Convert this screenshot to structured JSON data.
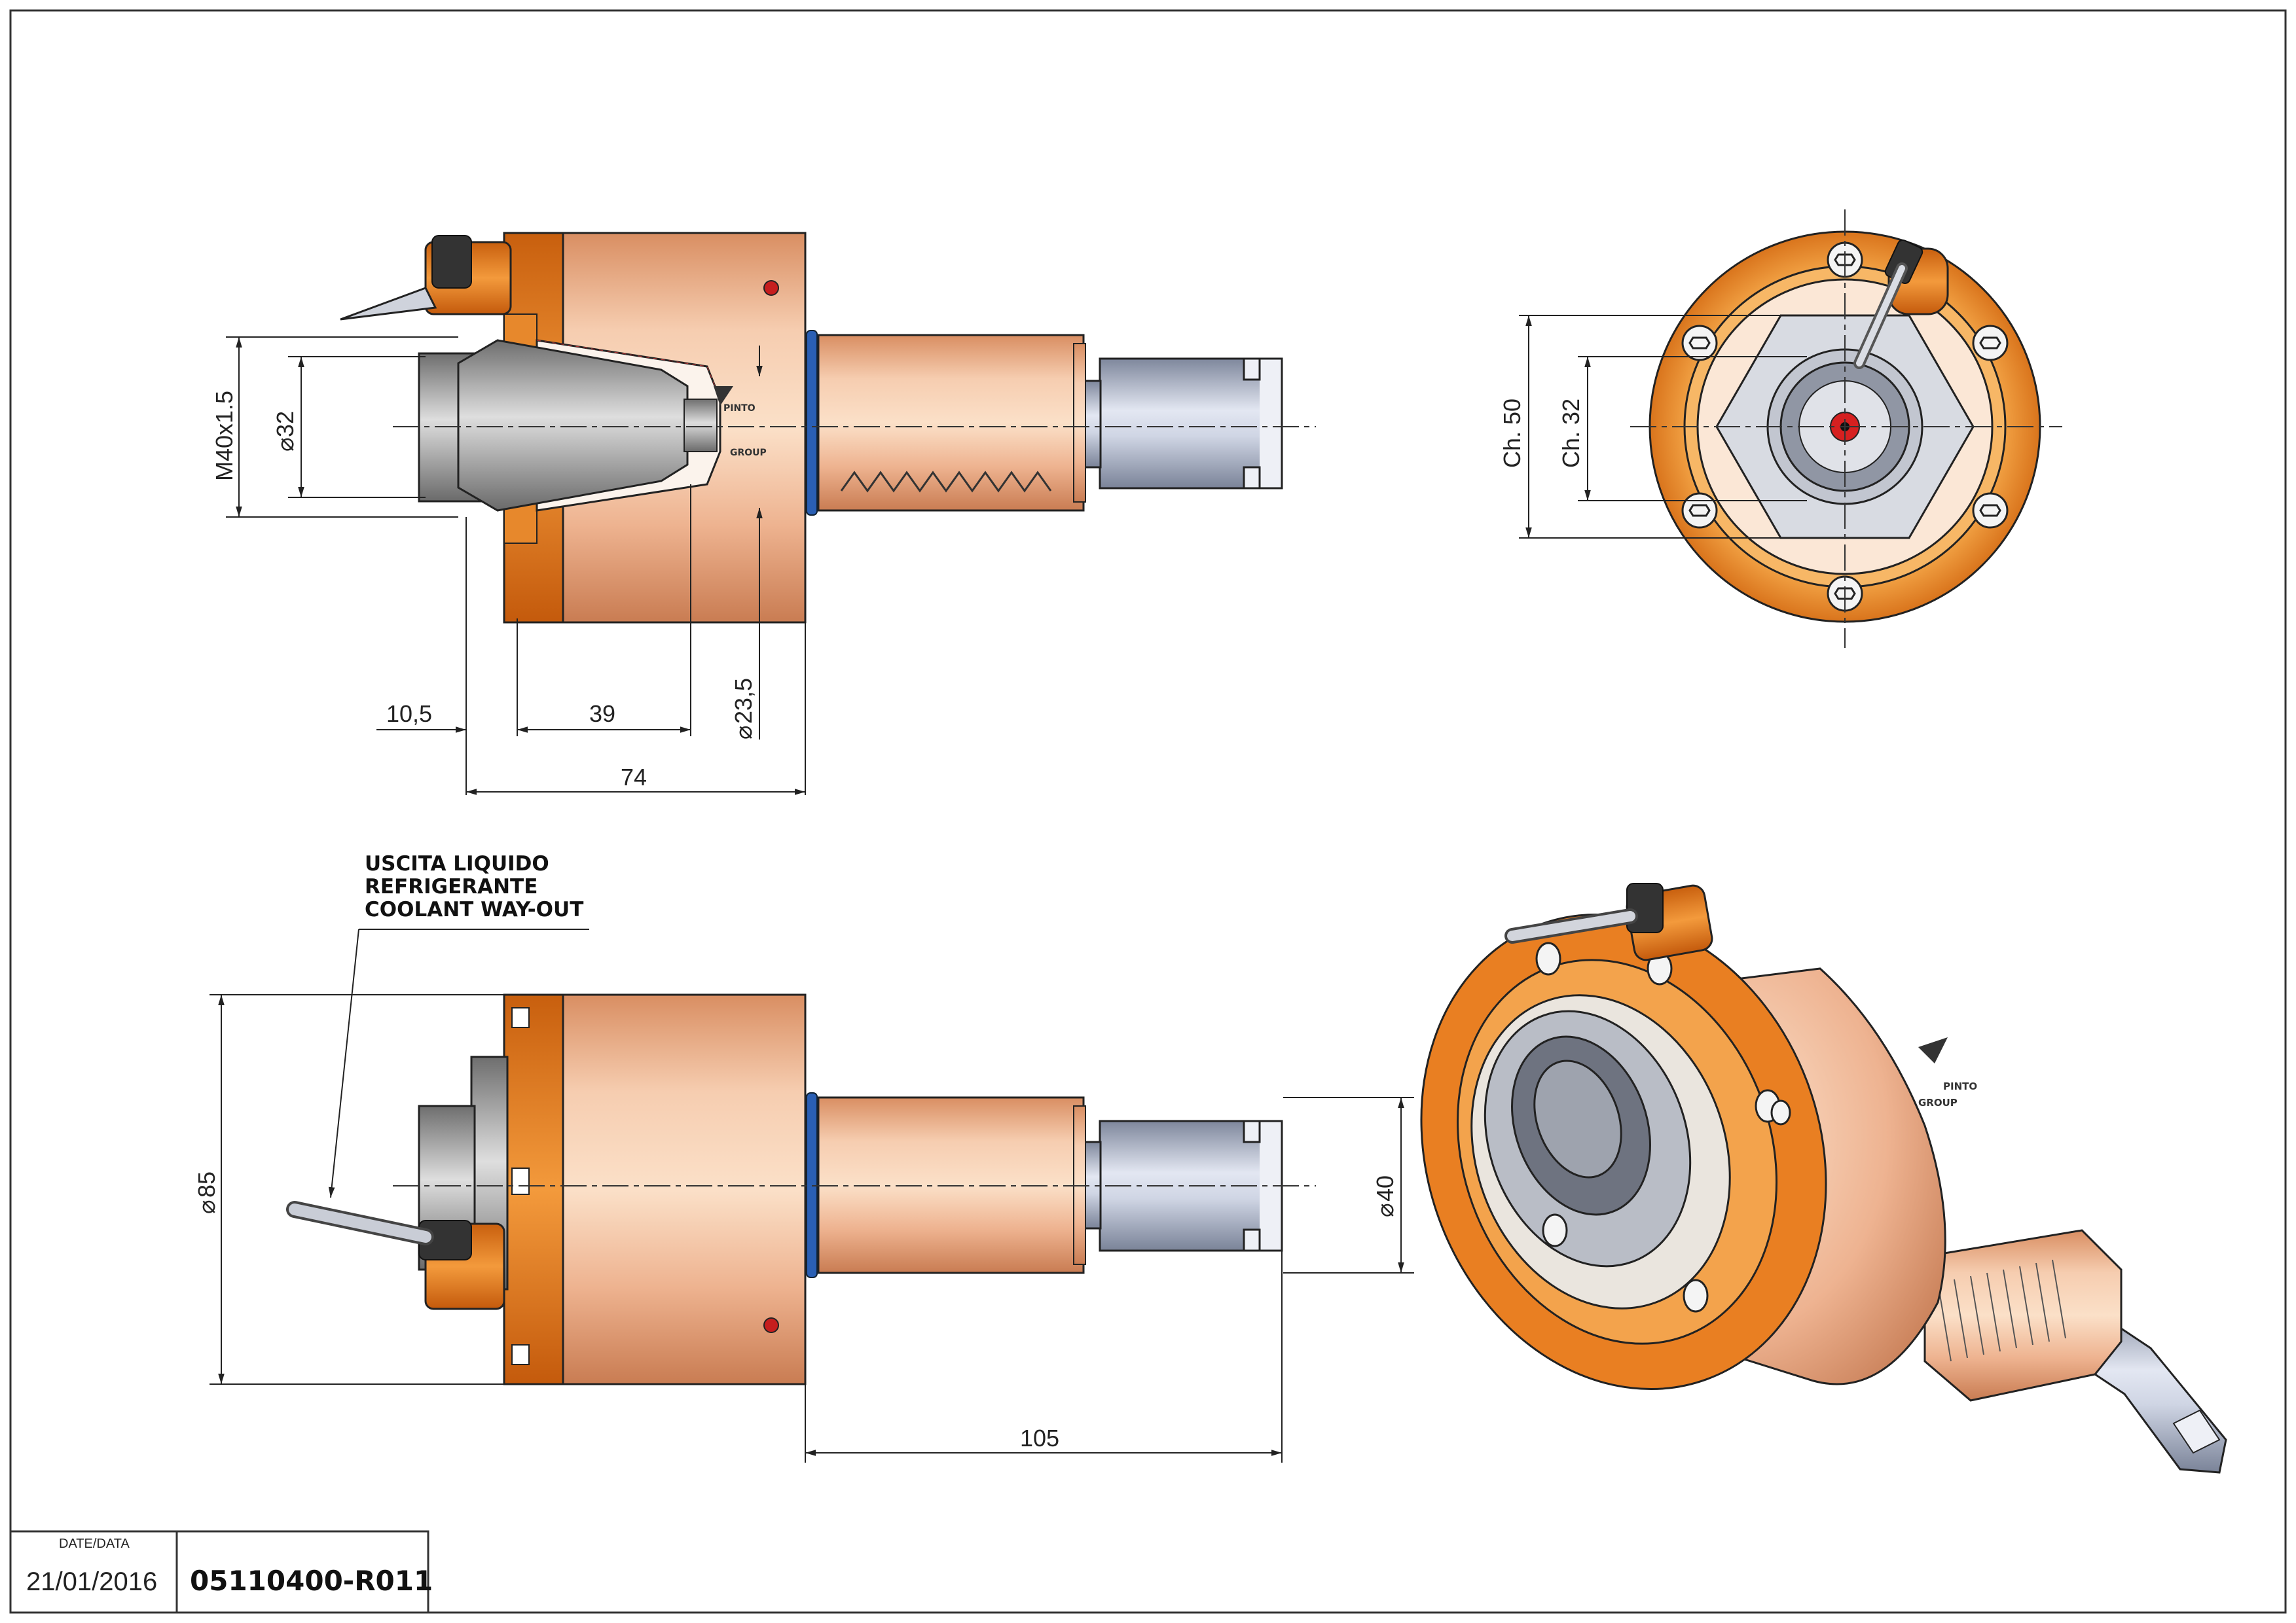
{
  "colors": {
    "orange": "#e07a1f",
    "copper": "#e9a27a",
    "steel": "#9aa3b5",
    "blue_ring": "#2a5fb4",
    "line": "#222222"
  },
  "side_view": {
    "dim_thread": "M40x1.5",
    "dim_bore": "32",
    "dim_offset": "10,5",
    "dim_depth": "39",
    "dim_length": "74",
    "dim_shank": "23,5",
    "logo_brand": "PINTO",
    "logo_group": "GROUP"
  },
  "front_view": {
    "dim_hex_outer": "Ch. 50",
    "dim_hex_inner": "Ch. 32"
  },
  "bottom_view": {
    "dim_body": "85",
    "dim_spigot": "40",
    "dim_spigot_length": "105"
  },
  "coolant_note": {
    "line1": "USCITA LIQUIDO",
    "line2": "REFRIGERANTE",
    "line3": "COOLANT WAY-OUT"
  },
  "iso_view": {
    "logo_brand": "PINTO",
    "logo_group": "GROUP"
  },
  "title_block": {
    "date_label": "DATE/DATA",
    "date": "21/01/2016",
    "code": "05110400-R011"
  }
}
